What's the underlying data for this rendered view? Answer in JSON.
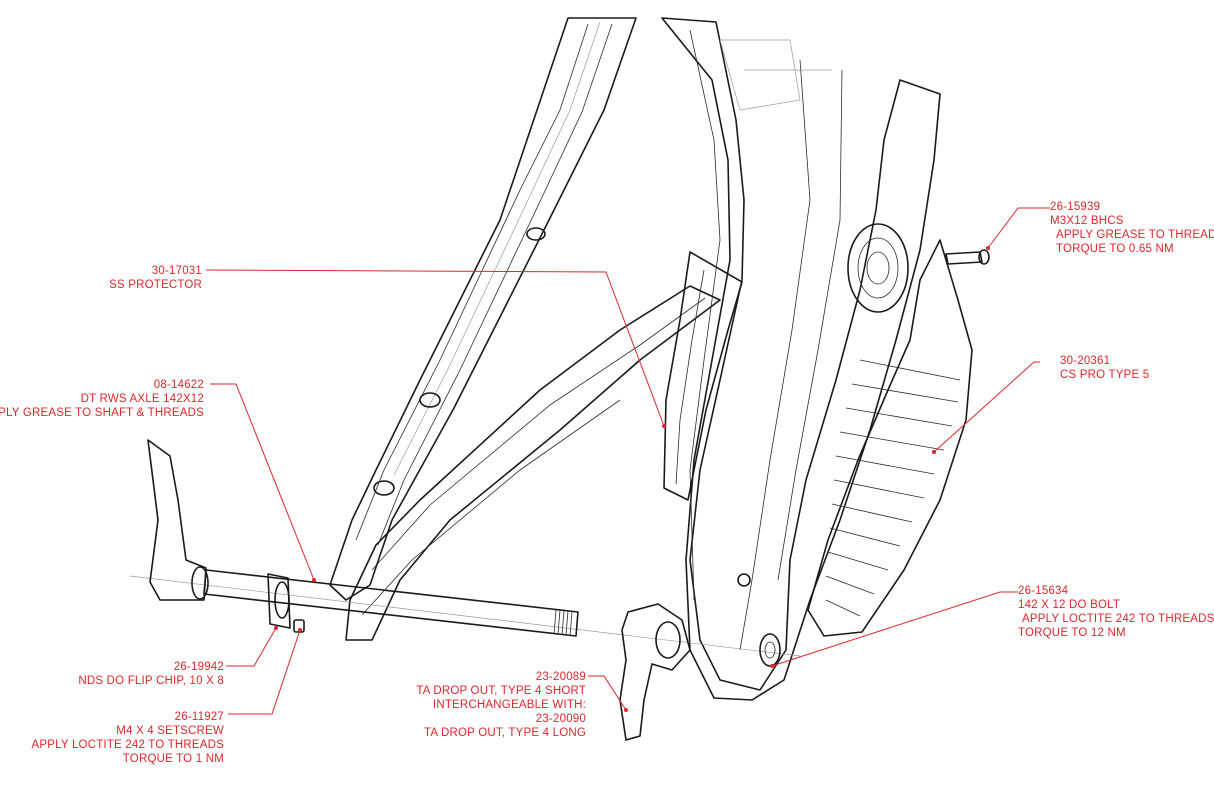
{
  "colors": {
    "callout": "#e0262b",
    "linework": "#1a1a1a",
    "background": "#ffffff"
  },
  "callouts": {
    "bhcs": {
      "part": "26-15939",
      "lines": [
        "M3X12 BHCS",
        "APPLY GREASE TO THREADS",
        "TORQUE TO 0.65 NM"
      ]
    },
    "ss_protector": {
      "part": "30-17031",
      "lines": [
        "SS PROTECTOR"
      ]
    },
    "axle": {
      "part": "08-14622",
      "lines": [
        "DT RWS AXLE 142X12",
        "APPLY GREASE TO SHAFT & THREADS"
      ]
    },
    "cs_pro": {
      "part": "30-20361",
      "lines": [
        "CS PRO TYPE 5"
      ]
    },
    "do_bolt": {
      "part": "26-15634",
      "lines": [
        "142 X 12 DO BOLT",
        "APPLY LOCTITE 242 TO THREADS",
        "TORQUE TO 12 NM"
      ]
    },
    "flip_chip": {
      "part": "26-19942",
      "lines": [
        "NDS DO FLIP CHIP, 10 X 8"
      ]
    },
    "dropout": {
      "part": "23-20089",
      "lines": [
        "TA DROP OUT, TYPE 4 SHORT",
        "INTERCHANGEABLE WITH:",
        "23-20090",
        "TA DROP OUT, TYPE 4 LONG"
      ]
    },
    "setscrew": {
      "part": "26-11927",
      "lines": [
        "M4 X 4 SETSCREW",
        "APPLY LOCTITE 242 TO THREADS",
        "TORQUE TO 1 NM"
      ]
    }
  }
}
